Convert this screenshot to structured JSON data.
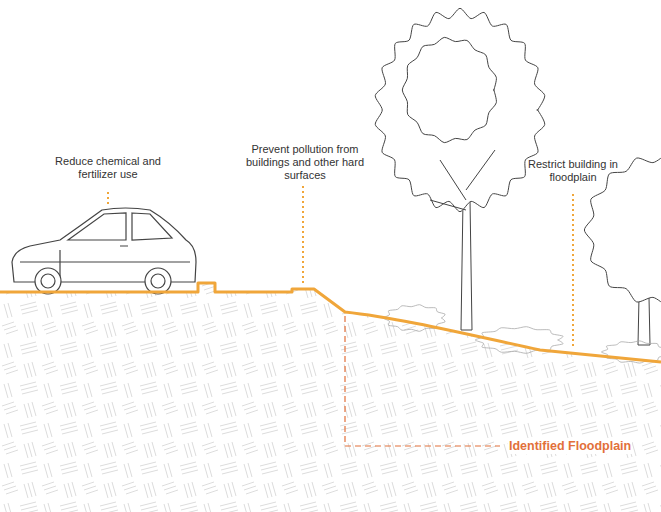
{
  "diagram": {
    "labels": [
      "Reduce chemical and fertilizer use",
      "Prevent pollution from buildings and other hard surfaces",
      "Restrict building in floodplain",
      "Identified Floodplain"
    ]
  }
}
